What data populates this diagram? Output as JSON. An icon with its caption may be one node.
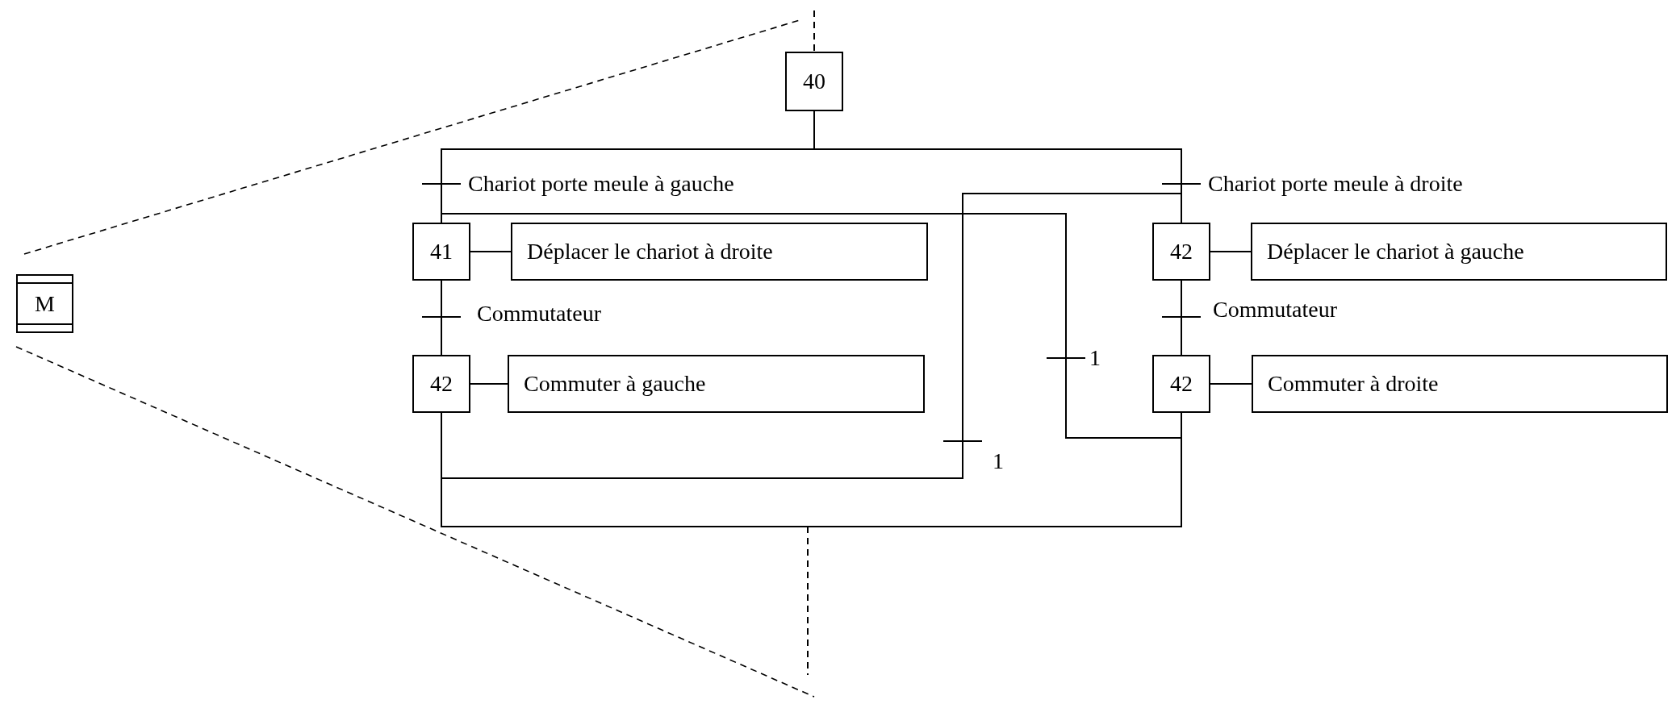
{
  "diagram": {
    "nodes": [
      {
        "text": [
          "M"
        ]
      },
      {
        "text": [
          "40"
        ]
      },
      {
        "text": [],
        "shape": "bar",
        "beside": [
          "Chariot porte meule à gauche"
        ]
      },
      {
        "text": [
          "41"
        ]
      },
      {
        "text": [
          "Déplacer le chariot à droite"
        ]
      },
      {
        "text": [],
        "shape": "bar",
        "beside": [
          "Commutateur"
        ]
      },
      {
        "text": [
          "42"
        ]
      },
      {
        "text": [
          "Commuter à gauche"
        ]
      },
      {
        "text": [],
        "shape": "bar",
        "beside": [
          "1"
        ]
      },
      {
        "text": [],
        "shape": "bar",
        "beside": [
          "Chariot porte meule à droite"
        ]
      },
      {
        "text": [
          "42"
        ]
      },
      {
        "text": [
          "Déplacer le chariot à gauche"
        ]
      },
      {
        "text": [],
        "shape": "bar",
        "beside": [
          "Commutateur"
        ]
      },
      {
        "text": [
          "42"
        ]
      },
      {
        "text": [
          "Commuter à droite"
        ]
      },
      {
        "text": [],
        "shape": "bar",
        "beside": [
          "1"
        ]
      }
    ],
    "edges": [
      {
        "from": null,
        "to": 1,
        "arrow": "none",
        "style": "dashed"
      },
      {
        "from": 1,
        "to": 2,
        "arrow": "none"
      },
      {
        "from": 1,
        "to": 9,
        "arrow": "none"
      },
      {
        "from": 2,
        "to": 3,
        "arrow": "none"
      },
      {
        "from": 3,
        "to": 4,
        "arrow": "none"
      },
      {
        "from": 3,
        "to": 5,
        "arrow": "none"
      },
      {
        "from": 5,
        "to": 6,
        "arrow": "none"
      },
      {
        "from": 6,
        "to": 7,
        "arrow": "none"
      },
      {
        "from": 6,
        "to": 8,
        "arrow": "none"
      },
      {
        "from": 8,
        "to": 10,
        "arrow": "none"
      },
      {
        "from": 9,
        "to": 10,
        "arrow": "none"
      },
      {
        "from": 10,
        "to": 11,
        "arrow": "none"
      },
      {
        "from": 10,
        "to": 12,
        "arrow": "none"
      },
      {
        "from": 12,
        "to": 13,
        "arrow": "none"
      },
      {
        "from": 13,
        "to": 14,
        "arrow": "none"
      },
      {
        "from": 13,
        "to": 15,
        "arrow": "none"
      },
      {
        "from": 15,
        "to": 3,
        "arrow": "none"
      },
      {
        "from": 6,
        "to": null,
        "arrow": "none"
      },
      {
        "from": 13,
        "to": null,
        "arrow": "none"
      }
    ]
  }
}
